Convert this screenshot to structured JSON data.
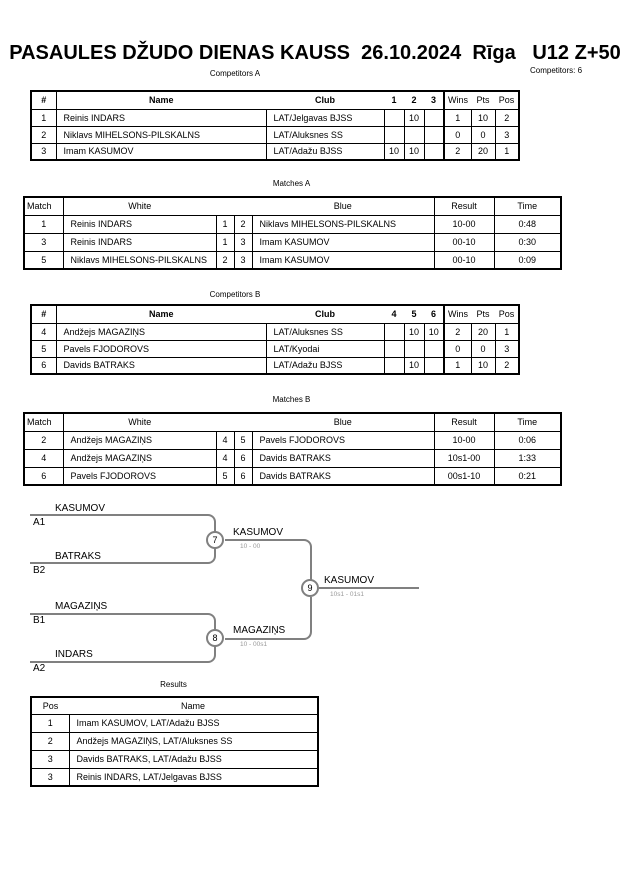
{
  "header": {
    "title": "PASAULES DŽUDO DIENAS KAUSS  26.10.2024  Rīga   U12 Z+50",
    "competitors_count": "Competitors: 6"
  },
  "competitors_a": {
    "label": "Competitors A",
    "headers": {
      "num": "#",
      "name": "Name",
      "club": "Club",
      "c1": "1",
      "c2": "2",
      "c3": "3",
      "wins": "Wins",
      "pts": "Pts",
      "pos": "Pos"
    },
    "rows": [
      {
        "num": "1",
        "name": "Reinis INDARS",
        "club": "LAT/Jelgavas BJSS",
        "c1": "",
        "c2": "10",
        "c3": "",
        "wins": "1",
        "pts": "10",
        "pos": "2"
      },
      {
        "num": "2",
        "name": "Niklavs MIHELSONS-PILSKALNS",
        "club": "LAT/Aluksnes SS",
        "c1": "",
        "c2": "",
        "c3": "",
        "wins": "0",
        "pts": "0",
        "pos": "3"
      },
      {
        "num": "3",
        "name": "Imam KASUMOV",
        "club": "LAT/Adažu BJSS",
        "c1": "10",
        "c2": "10",
        "c3": "",
        "wins": "2",
        "pts": "20",
        "pos": "1"
      }
    ]
  },
  "matches_a": {
    "label": "Matches A",
    "headers": {
      "match": "Match",
      "white": "White",
      "blue": "Blue",
      "result": "Result",
      "time": "Time"
    },
    "rows": [
      {
        "match": "1",
        "white": "Reinis INDARS",
        "wn": "1",
        "bn": "2",
        "blue": "Niklavs MIHELSONS-PILSKALNS",
        "result": "10-00",
        "time": "0:48"
      },
      {
        "match": "3",
        "white": "Reinis INDARS",
        "wn": "1",
        "bn": "3",
        "blue": "Imam KASUMOV",
        "result": "00-10",
        "time": "0:30"
      },
      {
        "match": "5",
        "white": "Niklavs MIHELSONS-PILSKALNS",
        "wn": "2",
        "bn": "3",
        "blue": "Imam KASUMOV",
        "result": "00-10",
        "time": "0:09"
      }
    ]
  },
  "competitors_b": {
    "label": "Competitors B",
    "headers": {
      "num": "#",
      "name": "Name",
      "club": "Club",
      "c1": "4",
      "c2": "5",
      "c3": "6",
      "wins": "Wins",
      "pts": "Pts",
      "pos": "Pos"
    },
    "rows": [
      {
        "num": "4",
        "name": "Andžejs MAGAZIŅS",
        "club": "LAT/Aluksnes SS",
        "c1": "",
        "c2": "10",
        "c3": "10",
        "wins": "2",
        "pts": "20",
        "pos": "1"
      },
      {
        "num": "5",
        "name": "Pavels FJODOROVS",
        "club": "LAT/Kyodai",
        "c1": "",
        "c2": "",
        "c3": "",
        "wins": "0",
        "pts": "0",
        "pos": "3"
      },
      {
        "num": "6",
        "name": "Davids BATRAKS",
        "club": "LAT/Adažu BJSS",
        "c1": "",
        "c2": "10",
        "c3": "",
        "wins": "1",
        "pts": "10",
        "pos": "2"
      }
    ]
  },
  "matches_b": {
    "label": "Matches B",
    "headers": {
      "match": "Match",
      "white": "White",
      "blue": "Blue",
      "result": "Result",
      "time": "Time"
    },
    "rows": [
      {
        "match": "2",
        "white": "Andžejs MAGAZIŅS",
        "wn": "4",
        "bn": "5",
        "blue": "Pavels FJODOROVS",
        "result": "10-00",
        "time": "0:06"
      },
      {
        "match": "4",
        "white": "Andžejs MAGAZIŅS",
        "wn": "4",
        "bn": "6",
        "blue": "Davids BATRAKS",
        "result": "10s1-00",
        "time": "1:33"
      },
      {
        "match": "6",
        "white": "Pavels FJODOROVS",
        "wn": "5",
        "bn": "6",
        "blue": "Davids BATRAKS",
        "result": "00s1-10",
        "time": "0:21"
      }
    ]
  },
  "bracket": {
    "semi1": {
      "top_name": "KASUMOV",
      "top_seed": "A1",
      "bottom_name": "BATRAKS",
      "bottom_seed": "B2",
      "match_no": "7",
      "winner": "KASUMOV",
      "score": "10 - 00"
    },
    "semi2": {
      "top_name": "MAGAZIŅS",
      "top_seed": "B1",
      "bottom_name": "INDARS",
      "bottom_seed": "A2",
      "match_no": "8",
      "winner": "MAGAZIŅS",
      "score": "10 - 00s1"
    },
    "final": {
      "match_no": "9",
      "winner": "KASUMOV",
      "score": "10s1 - 01s1"
    }
  },
  "results": {
    "label": "Results",
    "headers": {
      "pos": "Pos",
      "name": "Name"
    },
    "rows": [
      {
        "pos": "1",
        "name": "Imam KASUMOV, LAT/Adažu BJSS"
      },
      {
        "pos": "2",
        "name": "Andžejs MAGAZIŅS, LAT/Aluksnes SS"
      },
      {
        "pos": "3",
        "name": "Davids BATRAKS, LAT/Adažu BJSS"
      },
      {
        "pos": "3",
        "name": "Reinis INDARS, LAT/Jelgavas BJSS"
      }
    ]
  },
  "colors": {
    "table_border": "#000000",
    "bracket_line": "#808080",
    "bracket_score": "#9a9a9a"
  }
}
